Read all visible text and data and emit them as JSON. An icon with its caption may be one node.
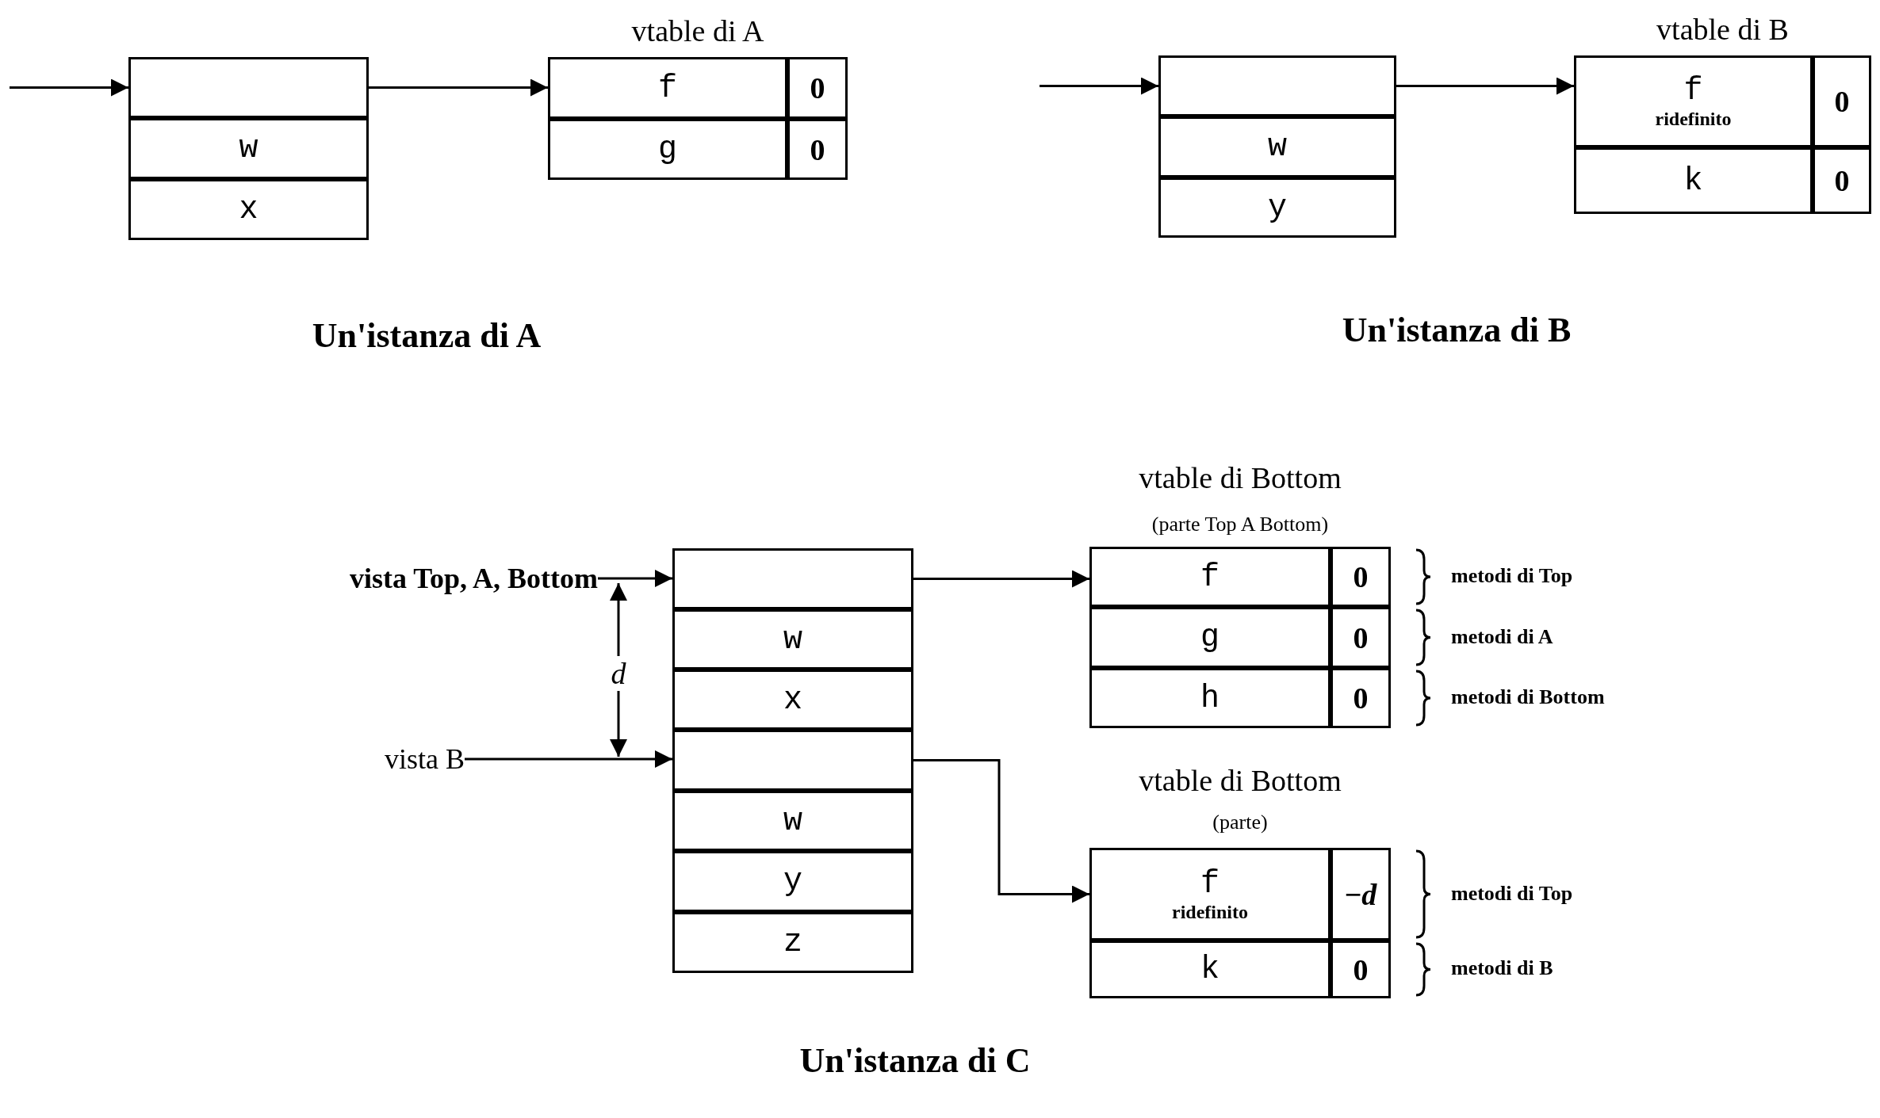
{
  "diagram": {
    "nodes": [
      {
        "text": [],
        "shape": "box"
      },
      {
        "text": [],
        "shape": "box",
        "in": 0
      },
      {
        "text": [
          "w"
        ],
        "in": 0
      },
      {
        "text": [
          "x"
        ],
        "in": 0
      },
      {
        "text": [
          "vtable di A"
        ]
      },
      {
        "text": [
          "f"
        ],
        "in": 4
      },
      {
        "text": [
          "0"
        ],
        "in": 4
      },
      {
        "text": [
          "g"
        ],
        "in": 4
      },
      {
        "text": [
          "0"
        ],
        "in": 4
      },
      {
        "text": [],
        "shape": "box"
      },
      {
        "text": [],
        "shape": "box",
        "in": 9
      },
      {
        "text": [
          "w"
        ],
        "in": 9
      },
      {
        "text": [
          "y"
        ],
        "in": 9
      },
      {
        "text": [
          "vtable di B"
        ]
      },
      {
        "text": [
          "f",
          "ridefinito"
        ],
        "in": 13
      },
      {
        "text": [
          "0"
        ],
        "in": 13
      },
      {
        "text": [
          "k"
        ],
        "in": 13
      },
      {
        "text": [
          "0"
        ],
        "in": 13
      },
      {
        "text": [],
        "shape": "box"
      },
      {
        "text": [],
        "shape": "box",
        "in": 18
      },
      {
        "text": [
          "w"
        ],
        "in": 18
      },
      {
        "text": [
          "x"
        ],
        "in": 18
      },
      {
        "text": [],
        "shape": "box",
        "in": 18
      },
      {
        "text": [
          "w"
        ],
        "in": 18
      },
      {
        "text": [
          "y"
        ],
        "in": 18
      },
      {
        "text": [
          "z"
        ],
        "in": 18
      },
      {
        "text": [
          "vista Top, A, Bottom"
        ]
      },
      {
        "text": [
          "vista B"
        ]
      },
      {
        "text": [
          "vtable di Bottom",
          "(parte Top A Bottom)"
        ]
      },
      {
        "text": [
          "f"
        ],
        "in": 28
      },
      {
        "text": [
          "0"
        ],
        "in": 28
      },
      {
        "text": [
          "g"
        ],
        "in": 28
      },
      {
        "text": [
          "0"
        ],
        "in": 28
      },
      {
        "text": [
          "h"
        ],
        "in": 28
      },
      {
        "text": [
          "0"
        ],
        "in": 28
      },
      {
        "text": [
          "vtable di Bottom",
          "(parte)"
        ]
      },
      {
        "text": [
          "f",
          "ridefinito"
        ],
        "in": 35
      },
      {
        "text": [
          "−*d*"
        ],
        "in": 35
      },
      {
        "text": [
          "k"
        ],
        "in": 35
      },
      {
        "text": [
          "0"
        ],
        "in": 35
      }
    ],
    "edges": [
      {
        "from": null,
        "to": 1,
        "arrow": "to"
      },
      {
        "from": 1,
        "to": 5,
        "arrow": "to"
      },
      {
        "from": null,
        "to": 10,
        "arrow": "to"
      },
      {
        "from": 10,
        "to": 14,
        "arrow": "to"
      },
      {
        "from": 26,
        "to": 19,
        "arrow": "to"
      },
      {
        "from": 19,
        "to": 29,
        "arrow": "to"
      },
      {
        "from": 27,
        "to": 22,
        "arrow": "to"
      },
      {
        "from": 22,
        "to": 36,
        "arrow": "to"
      }
    ],
    "labels": [
      "Un'istanza di A",
      "Un'istanza di B",
      "d",
      "metodi di Top",
      "metodi di A",
      "metodi di Bottom",
      "metodi di Top",
      "metodi di B",
      "Un'istanza di C"
    ]
  }
}
